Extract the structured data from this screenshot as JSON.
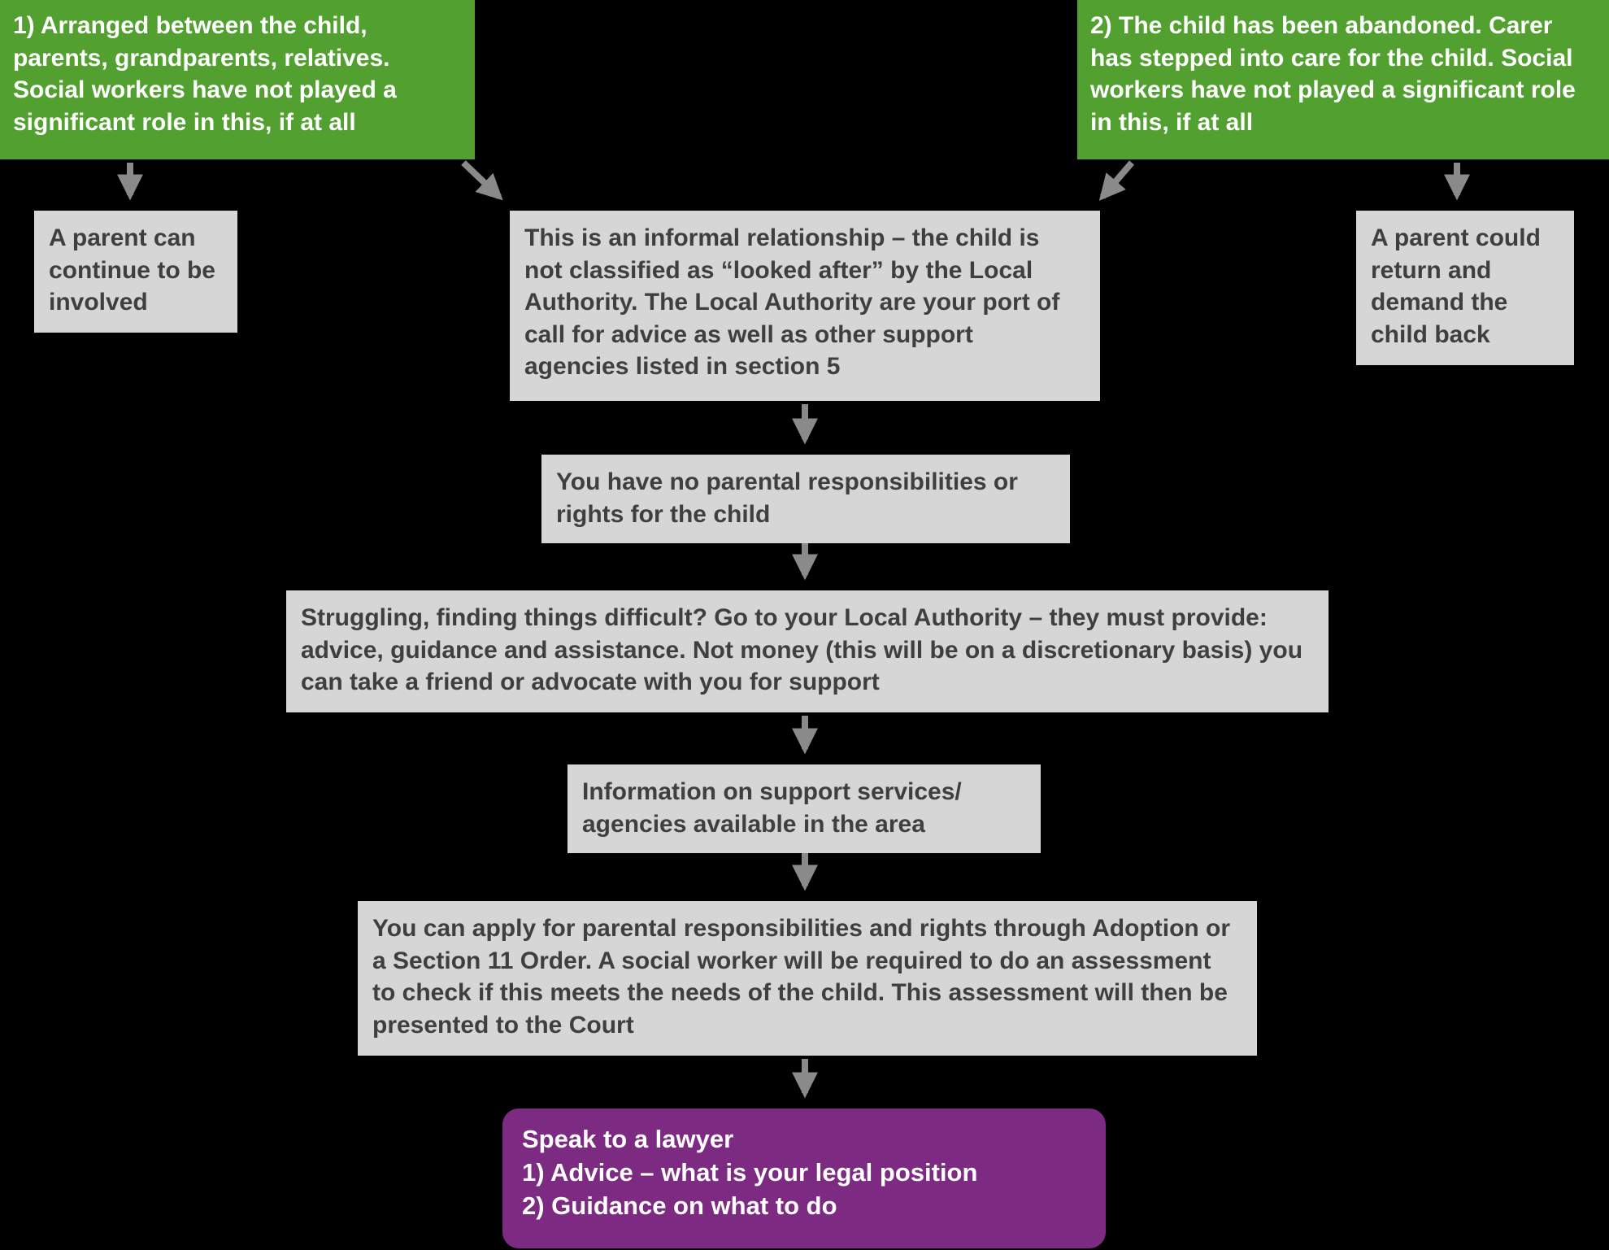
{
  "title": "Kinship care informal arrangement flowchart",
  "colors": {
    "background": "#000000",
    "green_box": "#52a02f",
    "gray_box": "#d6d6d6",
    "purple_box": "#7d2a82",
    "arrow": "#8a8a8a",
    "dark_text": "#3f3f41",
    "light_text": "#ffffff"
  },
  "nodes": {
    "green1": "1) Arranged between the child, parents, grandparents, relatives. Social workers have not played a significant role in this, if at all",
    "green2": "2) The child has been abandoned. Carer has stepped into care for the child. Social workers have not played a significant role in this, if at all",
    "parent_involved": "A parent can continue to be involved",
    "informal": "This is an informal relationship – the child is not classified as “looked after” by the Local Authority. The Local Authority are your port of call for advice as well as other support agencies listed in section 5",
    "parent_return": "A parent could return and demand the child back",
    "no_parental": "You have no parental responsibilities or rights for the child",
    "struggling": "Struggling, finding things difficult? Go to your Local Authority – they must provide: advice, guidance and assistance. Not money (this will be on a discretionary basis) you can take a friend or advocate with you for support",
    "info_support": "Information on support services/ agencies available in the area",
    "apply": "You can apply for parental responsibilities and rights through Adoption or a Section 11 Order. A social worker will be required to do an assessment to check if this meets the needs of the child. This assessment will then be presented to the Court",
    "lawyer": {
      "line1": "Speak to a lawyer",
      "line2": "1) Advice – what is your legal position",
      "line3": "2) Guidance on what to do"
    }
  }
}
